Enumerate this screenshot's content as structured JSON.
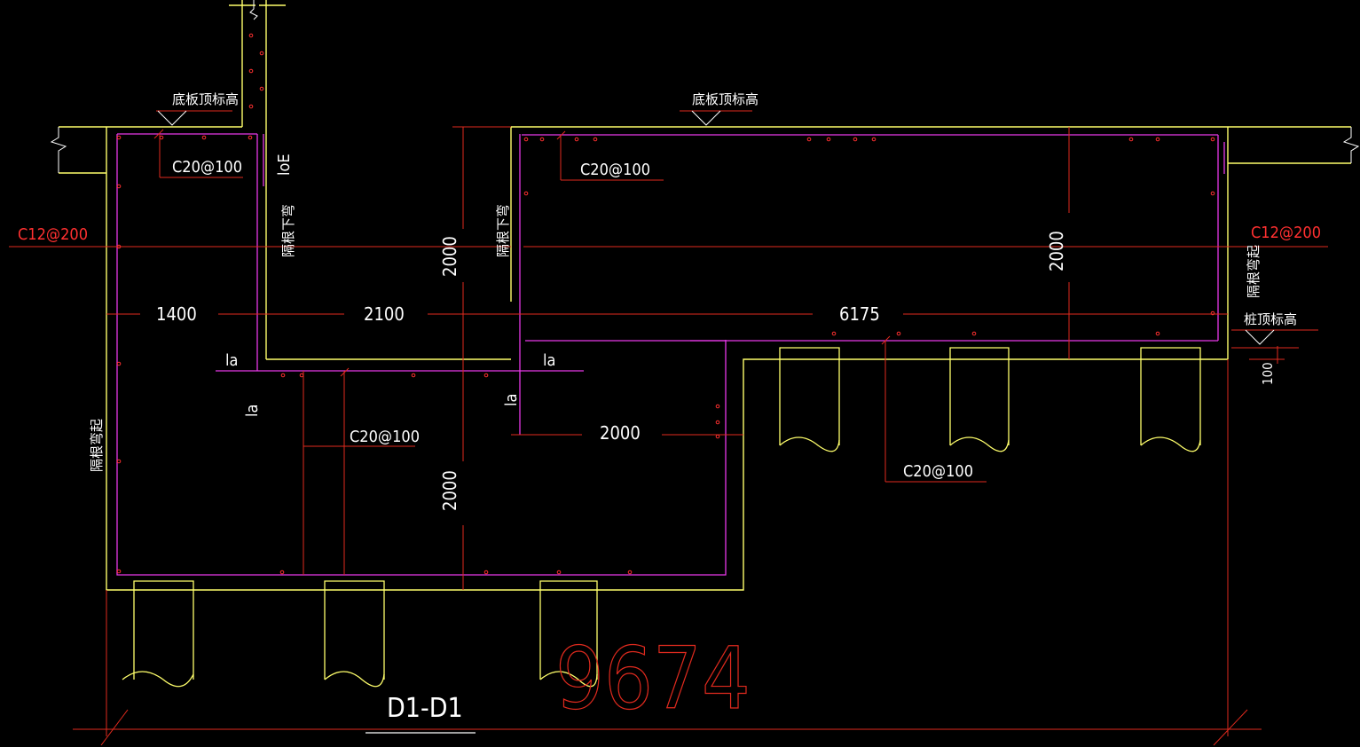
{
  "drawing": {
    "section_title": "D1-D1",
    "overall_dimension": "9674"
  },
  "elevation_labels": {
    "slab_top_left": "底板顶标高",
    "slab_top_right": "底板顶标高",
    "pile_top": "桩顶标高",
    "pile_embed": "100"
  },
  "rebar_labels": {
    "top_left": "C20@100",
    "top_right": "C20@100",
    "mid": "C20@100",
    "bottom_right": "C20@100",
    "dist_left": "C12@200",
    "dist_right": "C12@200"
  },
  "anchorage_labels": {
    "loe": "loE",
    "la_left_h": "la",
    "la_left_v": "la",
    "la_right_h": "la",
    "la_right_v": "la"
  },
  "dimensions": {
    "d1400": "1400",
    "d2100": "2100",
    "d6175": "6175",
    "v2000_top_mid": "2000",
    "v2000_top_right": "2000",
    "h2000_step": "2000",
    "v2000_pit": "2000"
  },
  "notes": {
    "bend_left_wall": "隔根下弯",
    "bend_mid_wall": "隔根下弯",
    "bend_left_pit": "隔根弯起",
    "bend_right_wall": "隔根弯起"
  },
  "colors": {
    "slab_outline": "#ffff6b",
    "rebar": "#e838e8",
    "dimension": "#e02a1e",
    "text": "#ffffff",
    "pile": "#ffff6b"
  }
}
